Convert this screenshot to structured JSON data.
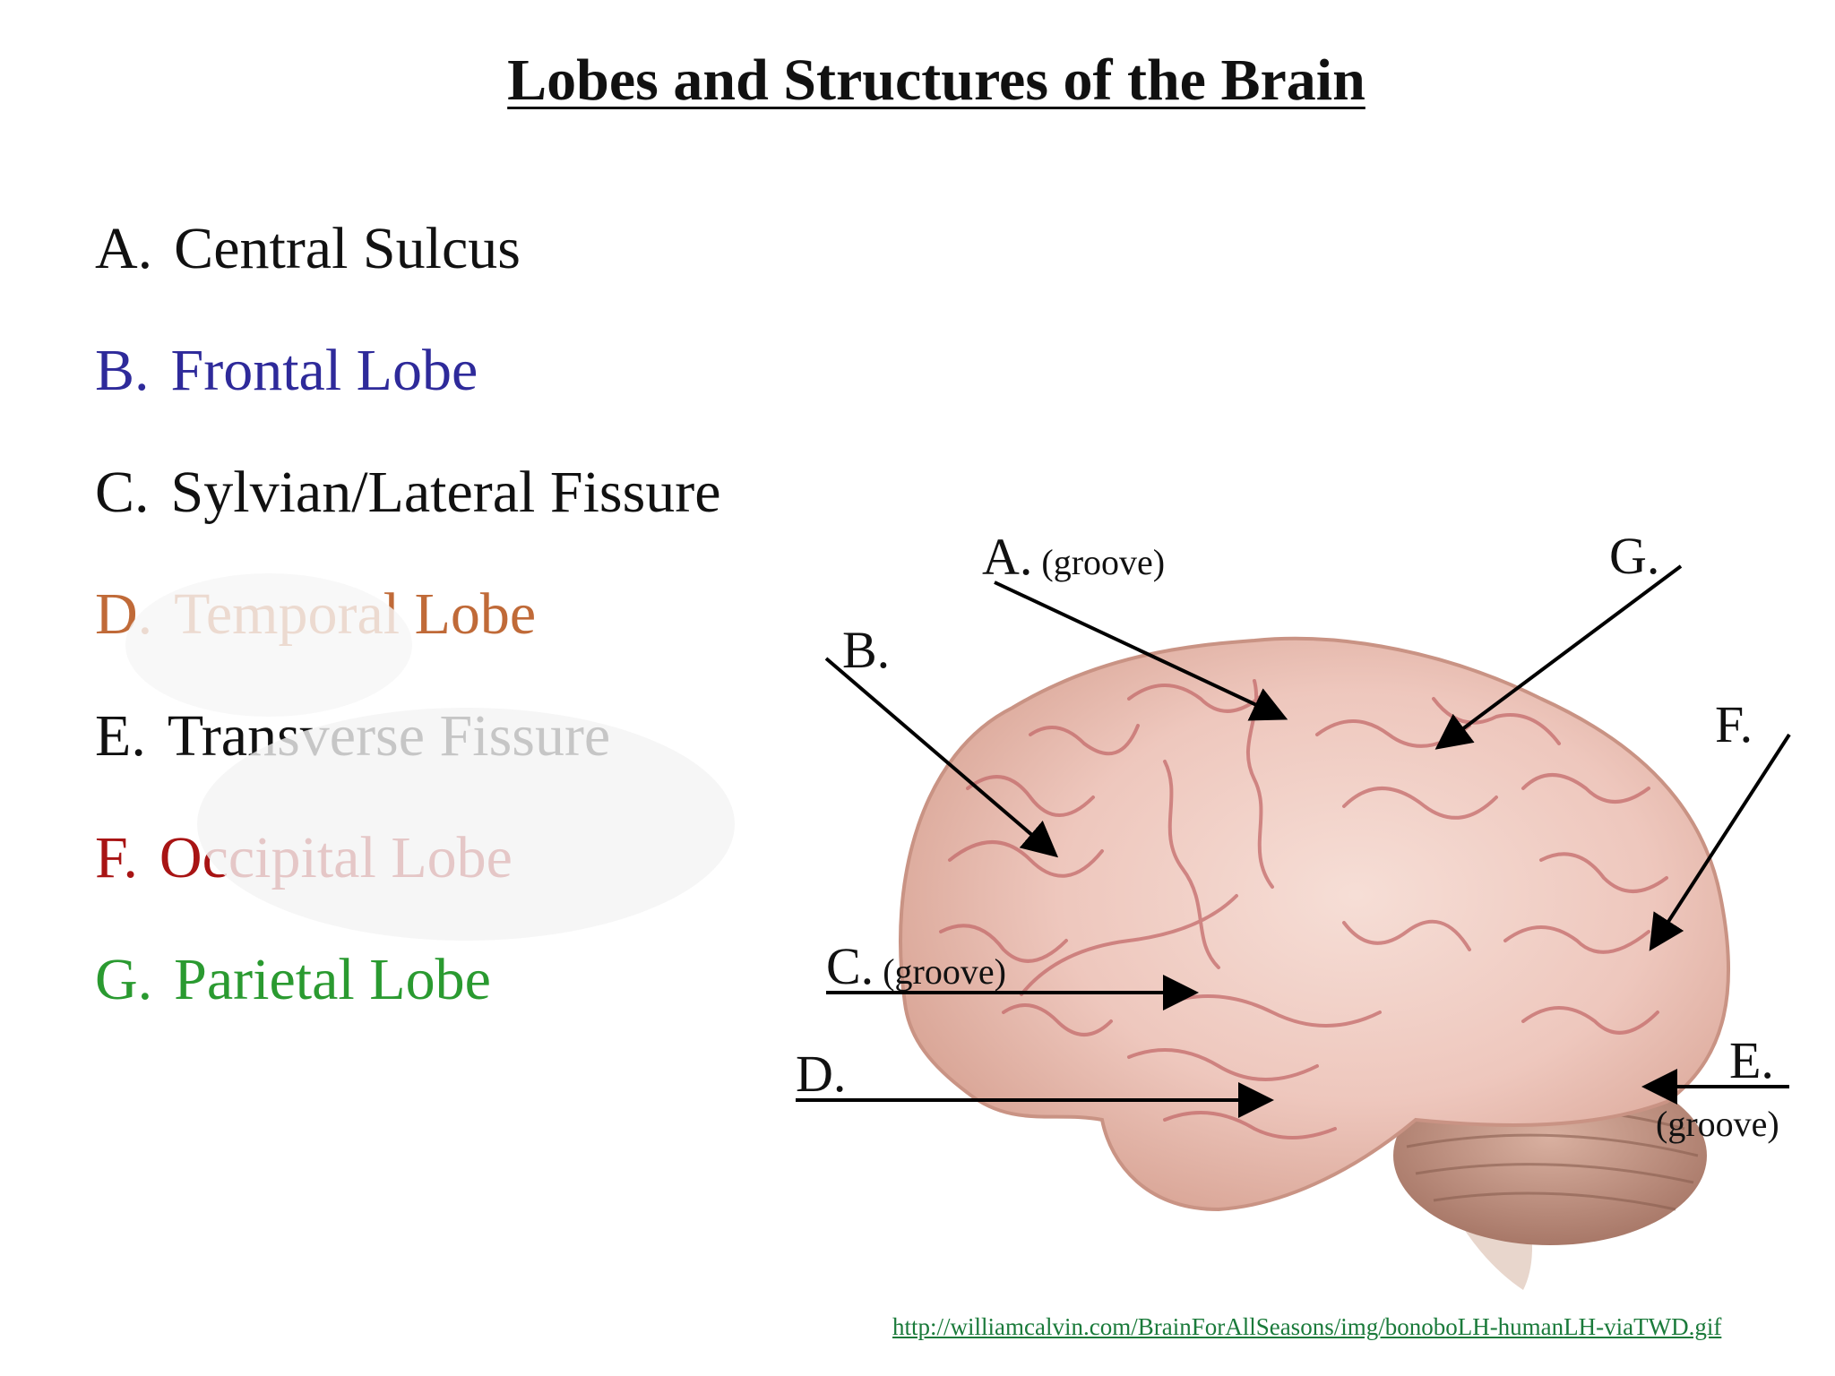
{
  "title": "Lobes and Structures of the Brain",
  "legend": [
    {
      "letter": "A.",
      "text": "Central Sulcus",
      "color": "#111111"
    },
    {
      "letter": "B.",
      "text": "Frontal Lobe",
      "color": "#2e2a9a"
    },
    {
      "letter": "C.",
      "text": "Sylvian/Lateral Fissure",
      "color": "#111111"
    },
    {
      "letter": "D.",
      "text": "Temporal Lobe",
      "color": "#c06a38"
    },
    {
      "letter": "E.",
      "text": "Transverse Fissure",
      "color": "#111111"
    },
    {
      "letter": "F.",
      "text": "Occipital Lobe",
      "color": "#a81414"
    },
    {
      "letter": "G.",
      "text": "Parietal Lobe",
      "color": "#2a9a30"
    }
  ],
  "labels": {
    "a": {
      "letter": "A.",
      "note": "(groove)"
    },
    "b": {
      "letter": "B."
    },
    "c": {
      "letter": "C.",
      "note": "(groove)"
    },
    "d": {
      "letter": "D."
    },
    "e": {
      "letter": "E.",
      "note": "(groove)"
    },
    "f": {
      "letter": "F."
    },
    "g": {
      "letter": "G."
    }
  },
  "credit": "http://williamcalvin.com/BrainForAllSeasons/img/bonoboLH-humanLH-viaTWD.gif"
}
